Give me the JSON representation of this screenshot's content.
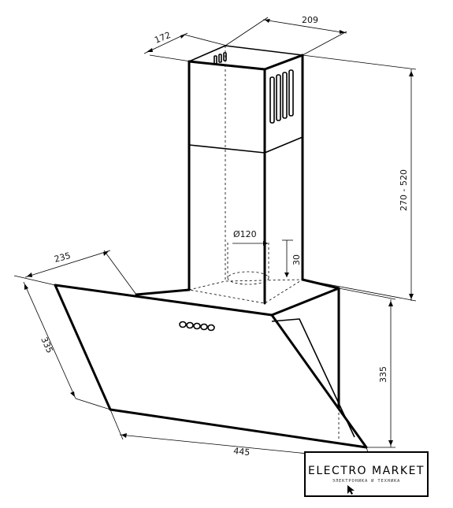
{
  "dimensions": {
    "chimney_depth": "172",
    "chimney_width": "209",
    "chimney_height": "270 - 520",
    "hood_depth": "235",
    "panel_side": "335",
    "hood_height": "335",
    "hood_width": "445",
    "duct_diameter": "Ø120",
    "duct_offset": "30"
  },
  "brand": {
    "title": "ELECTRO MARKET",
    "subtitle": "ЭЛЕКТРОНИКА И ТЕХНИКА"
  },
  "icons": {
    "cursor": "arrow-cursor-icon"
  }
}
